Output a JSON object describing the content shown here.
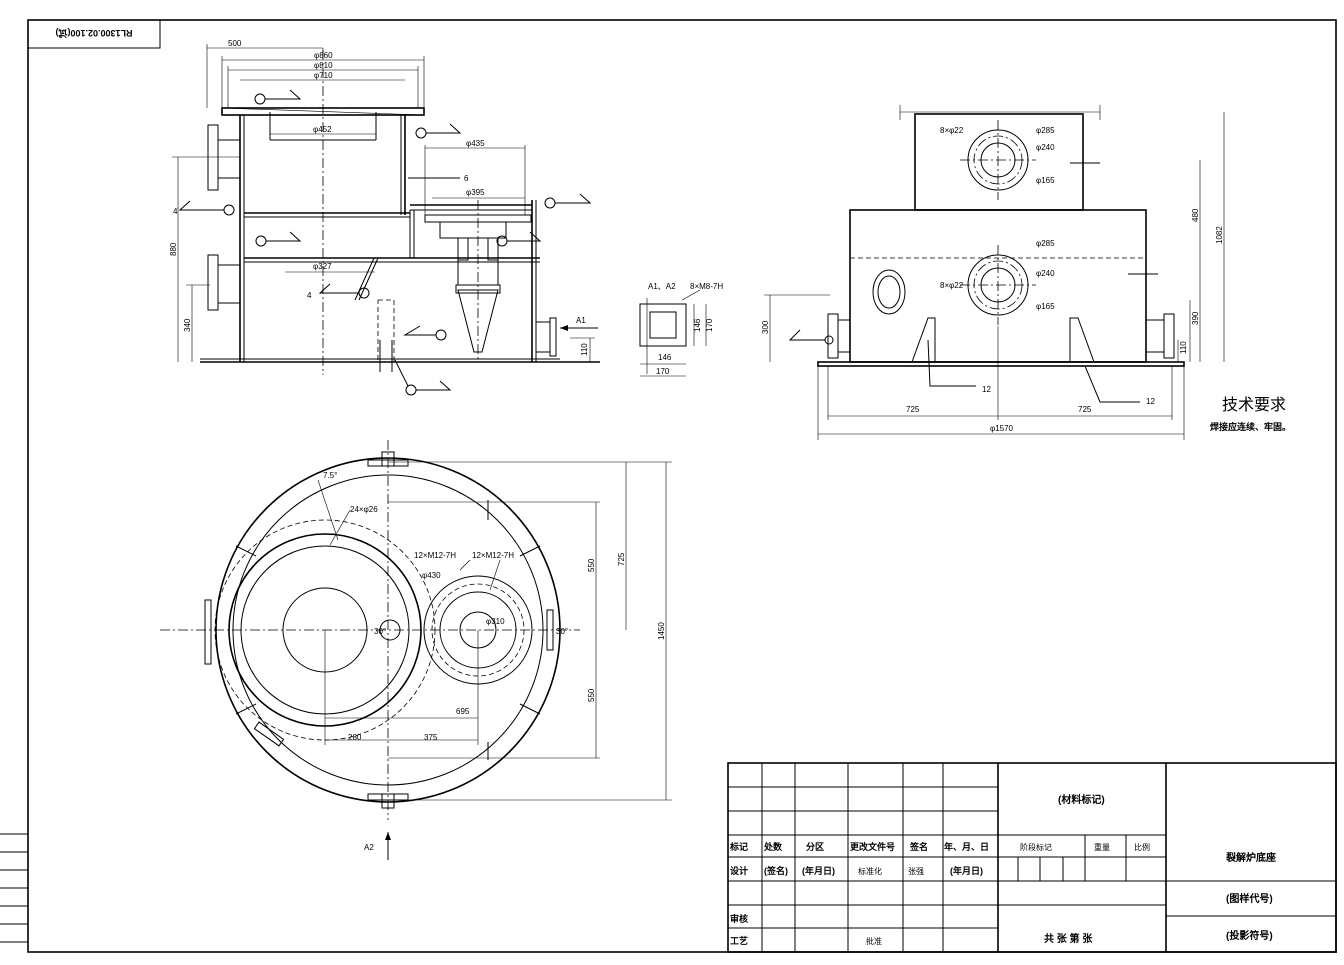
{
  "stamp": "RL1300.02.100(试)",
  "front_view": {
    "dims": [
      "500",
      "φ860",
      "φ810",
      "φ710",
      "φ452",
      "φ435",
      "φ395",
      "φ327",
      "880",
      "340",
      "110"
    ],
    "weld_labels": [
      "6",
      "4",
      "4"
    ],
    "section_marker": "A1"
  },
  "detail_view": {
    "title": "A1、A2",
    "thread": "8×M8-7H",
    "dims": [
      "146",
      "170",
      "146",
      "170"
    ]
  },
  "side_view": {
    "flange_upper": [
      "8×φ22",
      "φ285",
      "φ240",
      "φ165"
    ],
    "flange_lower": [
      "8×φ22",
      "φ285",
      "φ240",
      "φ165"
    ],
    "dims": [
      "480",
      "1082",
      "390",
      "300",
      "110",
      "725",
      "725",
      "φ1570"
    ],
    "weld_labels": [
      "12",
      "12"
    ]
  },
  "tech_requirements": {
    "title": "技术要求",
    "line1": "焊接应连续、牢固。"
  },
  "plan_view": {
    "labels": [
      "7.5°",
      "24×φ26",
      "12×M12-7H",
      "12×M12-7H",
      "φ430",
      "φ310",
      "30°",
      "30°"
    ],
    "dims": [
      "550",
      "725",
      "1450",
      "550",
      "695",
      "280",
      "375"
    ],
    "section_marker": "A2"
  },
  "title_block": {
    "material_mark": "(材料标记)",
    "drawing_name": "裂解炉底座",
    "drawing_code": "(图样代号)",
    "projection_symbol": "(投影符号)",
    "sheets": "共 张 第 张",
    "headers": [
      "标记",
      "处数",
      "分区",
      "更改文件号",
      "签名",
      "年、月、日"
    ],
    "stage_header": "阶段标记",
    "weight_header": "重量",
    "scale_header": "比例",
    "row_design": [
      "设计",
      "(签名)",
      "(年月日)",
      "标准化",
      "张强",
      "(年月日)"
    ],
    "row_check": "审核",
    "row_process": "工艺",
    "approve": "批准"
  }
}
